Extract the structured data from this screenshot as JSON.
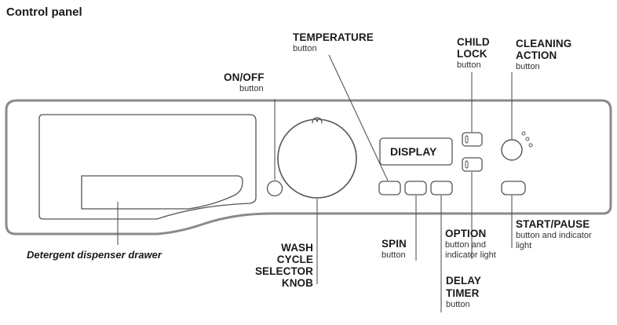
{
  "title": "Control panel",
  "labels": {
    "temperature": {
      "heading": "TEMPERATURE",
      "sub": "button"
    },
    "on_off": {
      "heading": "ON/OFF",
      "sub": "button"
    },
    "child_lock": {
      "heading1": "CHILD",
      "heading2": "LOCK",
      "sub": "button"
    },
    "cleaning_action": {
      "heading1": "CLEANING",
      "heading2": "ACTION",
      "sub": "button"
    },
    "wash_cycle": {
      "line1": "WASH",
      "line2": "CYCLE",
      "line3": "SELECTOR",
      "line4": "KNOB"
    },
    "spin": {
      "heading": "SPIN",
      "sub": "button"
    },
    "option": {
      "heading": "OPTION",
      "sub1": "button and",
      "sub2": "indicator light"
    },
    "start_pause": {
      "heading": "START/PAUSE",
      "sub1": "button and indicator",
      "sub2": "light"
    },
    "delay_timer": {
      "heading1": "DELAY",
      "heading2": "TIMER",
      "sub": "button"
    },
    "detergent": "Detergent dispenser drawer"
  },
  "display_text": "DISPLAY",
  "colors": {
    "line": "#555555",
    "panel_stroke": "#8a8a8a",
    "text": "#1a1a1a"
  }
}
